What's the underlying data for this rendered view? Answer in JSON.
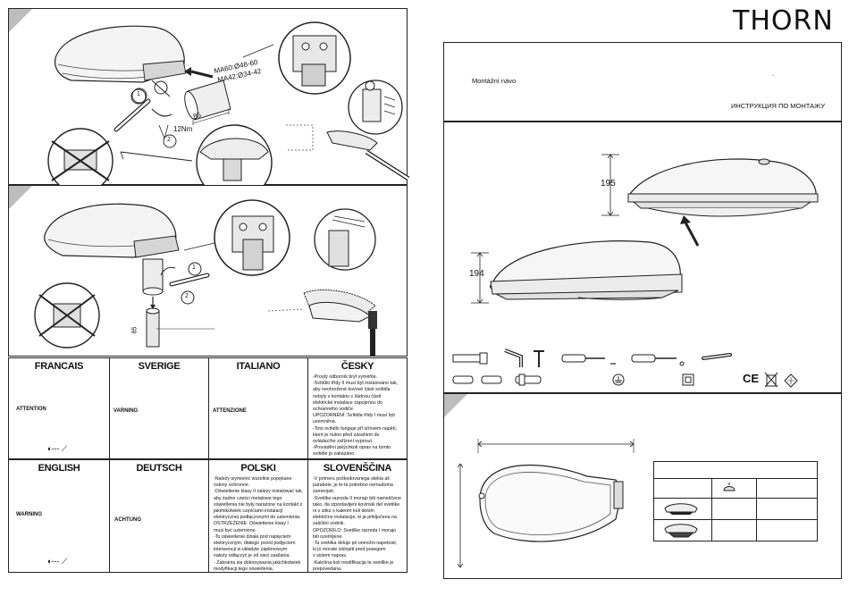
{
  "brand": "THORN",
  "step1": {
    "label_ma60": "MA60:Ø48-60",
    "label_ma42": "MA42:Ø34-42",
    "label_85": "85",
    "label_torque": "12Nm",
    "label_1": "1",
    "label_2": "2"
  },
  "step2": {
    "label_1": "1",
    "label_2": "2",
    "label_85": "85"
  },
  "cover": {
    "title_cz": "Montážní návo",
    "title_ru": "ИНСТРУКЦИЯ ПО МОНТАЖУ",
    "dot": "."
  },
  "dimensions": {
    "height_top": "195",
    "height_bottom": "194"
  },
  "languages": [
    {
      "name": "FRANCAIS",
      "warn": "ATTENTION"
    },
    {
      "name": "SVERIGE",
      "warn": "VARNING"
    },
    {
      "name": "ITALIANO",
      "warn": "ATTENZIONE"
    },
    {
      "name": "ČESKY",
      "warn": ""
    },
    {
      "name": "ENGLISH",
      "warn": "WARNING"
    },
    {
      "name": "DEUTSCH",
      "warn": "ACHTUNG"
    },
    {
      "name": "POLSKI",
      "warn": ""
    },
    {
      "name": "SLOVENŠČINA",
      "warn": ""
    }
  ],
  "cesky_text": "-Prostý odborník bryt vyměňte.\n-Svítidlo třídy II musí být instalováno tak,\n aby neohrožené kovové části svítidla\n nebyly v kontaktu s žádnou částí\n elektrické instalace zapojenou do\n ochranného vodiče.\nUPOZORNĚNÍ: Svítidla třídy I musí být\nuzemněna.\n-Toto svítidlo funguje při síťovém napětí,\n které je nutno před zásahem do\n ovládacího zařízení vypnout.\n-Provádění jakýchkoli oprav na tomto\n svítidle je zakázáno.",
  "polski_text": "-Należy wymienić wszelkie popękane\n osłony ochronne.\n-Oświetlenie klasy II należy instalować tak,\n aby żadne części metalowe tego\n oświetlenia nie były narażone na kontakt z\n jakimikolwiek częściami instalacji\n elektrycznej podłączonymi do uziemienia.\nOSTRZEŻENIE: Oświetlenie klasy I\nmusi być uziemione.\n-To oświetlenie działa pod napięciem\n elektrycznym, dlatego przed podjęciem\n interwencji w układzie zapłonowym\n należy odłączyć je od sieci zasilania.\n- Zabrania się dokonywania jakichkolwiek\n modyfikacji tego oświetlenia.",
  "slovenscina_text": "-V primeru poškodovanega stekla ali\n parabole, je le-ta potrebno nemudoma\n zamenjati.\n-Svetilke razreda II morajo biti nameščene\n tako, da izpostavljeni kovinski del svetilke\n ni v stiku s katerim koli delom\n električne instalacije, ki je priključena na\n zaščitni vodnik.\nOPOZORILO: Svetilke razreda I morajo\nbiti ozemljene.\n-Ta svetilka deluje pri omrežni napetosti,\n ki jo morate izklopiti pred posegom\n v sistem naprav.\n-Kakršna koli modifikacija te svetilke je\n prepovedana.",
  "symbols": {
    "ce": "CE",
    "class2": "□"
  }
}
